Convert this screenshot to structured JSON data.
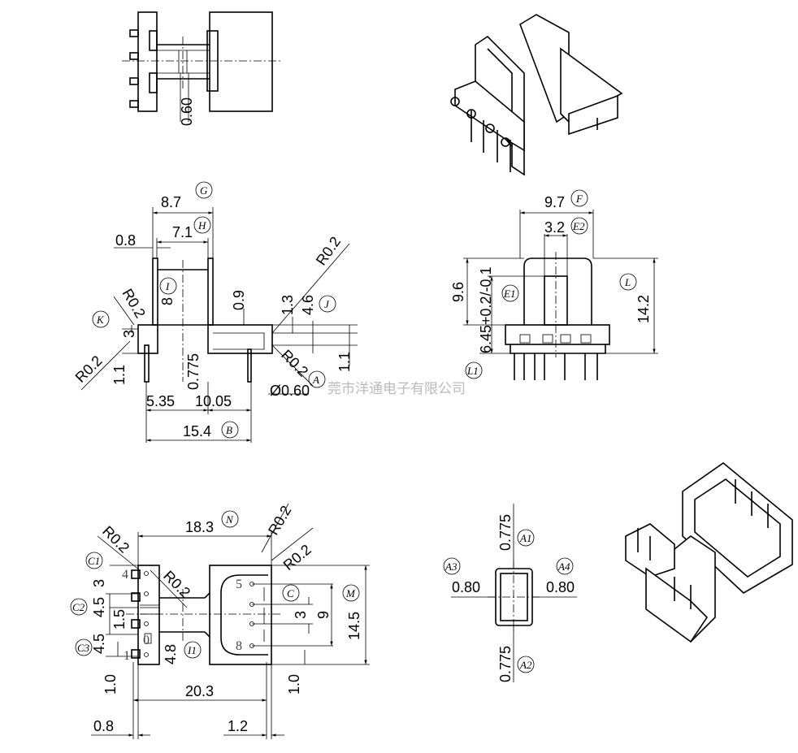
{
  "watermark": "莞市洋通电子有限公司",
  "top_left": {
    "d_060": "0.60"
  },
  "side_view": {
    "d_87": "8.7",
    "c_G": "G",
    "d_71": "7.1",
    "c_H": "H",
    "d_08": "0.8",
    "r_top": "R0.2",
    "c_I": "I",
    "d_8": "8",
    "r_left": "R0.2",
    "d_09": "0.9",
    "d_13": "1.3",
    "d_46": "4.6",
    "c_J": "J",
    "c_K": "K",
    "d_3": "3",
    "r_bottom_left": "R0.2",
    "d_11_left": "1.1",
    "d_0775": "0.775",
    "r_bottom_right": "R0.2",
    "c_A": "A",
    "d_11_right": "1.1",
    "d_pin": "Ø0.60",
    "d_535": "5.35",
    "d_1005": "10.05",
    "d_154": "15.4",
    "c_B": "B"
  },
  "front_view": {
    "d_97": "9.7",
    "c_F": "F",
    "d_32": "3.2",
    "c_E2": "E2",
    "d_96": "9.6",
    "d_645": "6.45+0.2/-0.1",
    "c_E1": "E1",
    "c_L": "L",
    "d_142": "14.2",
    "c_L1": "L1"
  },
  "bottom_view": {
    "d_183": "18.3",
    "c_N": "N",
    "r_1": "R0.2",
    "r_2": "R0.2",
    "r_3": "R0.2",
    "r_4": "R0.2",
    "c_C1": "C1",
    "c_C2": "C2",
    "c_C3": "C3",
    "c_C": "C",
    "c_M": "M",
    "c_I1": "I1",
    "d_3": "3",
    "d_45a": "4.5",
    "d_15": "1.5",
    "d_45b": "4.5",
    "d_48": "4.8",
    "d_3r": "3",
    "d_9": "9",
    "d_145": "14.5",
    "d_10l": "1.0",
    "d_10r": "1.0",
    "d_203": "20.3",
    "d_08": "0.8",
    "d_12": "1.2",
    "pin_4": "4",
    "pin_1": "1",
    "pin_5": "5",
    "pin_8": "8",
    "pin_0": "0"
  },
  "tube_section": {
    "d_top": "0.775",
    "c_A1": "A1",
    "c_A3": "A3",
    "c_A4": "A4",
    "d_left": "0.80",
    "d_right": "0.80",
    "d_bottom": "0.775",
    "c_A2": "A2"
  }
}
